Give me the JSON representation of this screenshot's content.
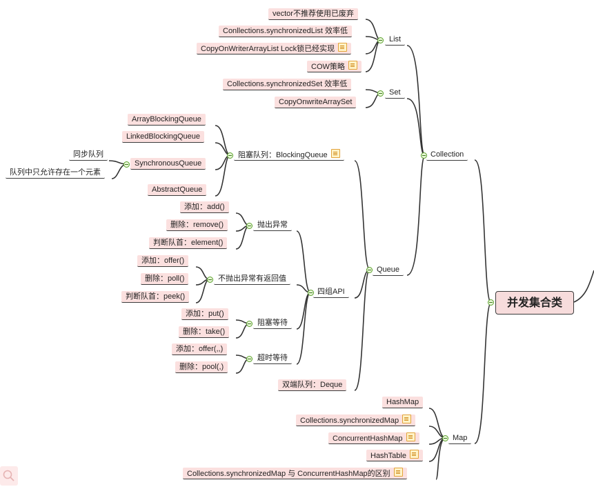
{
  "root": {
    "label": "并发集合类"
  },
  "collection": {
    "label": "Collection",
    "list": {
      "label": "List",
      "items": [
        {
          "label": "vector不推荐使用已废弃",
          "note": false
        },
        {
          "label": "Conllections.synchronizedList 效率低",
          "note": false
        },
        {
          "label": "CopyOnWriterArrayList Lock锁已经实现",
          "note": true
        },
        {
          "label": "COW策略",
          "note": true
        }
      ]
    },
    "set": {
      "label": "Set",
      "items": [
        {
          "label": "Collections.synchronizedSet  效率低",
          "note": false
        },
        {
          "label": "CopyOnwriteArraySet",
          "note": false
        }
      ]
    },
    "queue": {
      "label": "Queue",
      "blocking": {
        "label": "阻塞队列：BlockingQueue",
        "items": [
          {
            "label": "ArrayBlockingQueue"
          },
          {
            "label": "LinkedBlockingQueue"
          },
          {
            "label": "SynchronousQueue"
          },
          {
            "label": "AbstractQueue"
          }
        ],
        "synchronous_children": [
          {
            "label": "同步队列"
          },
          {
            "label": "队列中只允许存在一个元素"
          }
        ]
      },
      "api": {
        "label": "四组API",
        "groups": [
          {
            "label": "抛出异常",
            "items": [
              "添加：add()",
              "删除：remove()",
              "判断队首：element()"
            ]
          },
          {
            "label": "不抛出异常有返回值",
            "items": [
              "添加：offer()",
              "删除：poll()",
              "判断队首：peek()"
            ]
          },
          {
            "label": "阻塞等待",
            "items": [
              "添加：put()",
              "删除：take()"
            ]
          },
          {
            "label": "超时等待",
            "items": [
              "添加：offer(,,)",
              "删除：pool(,)"
            ]
          }
        ]
      },
      "deque": {
        "label": "双端队列：Deque"
      }
    }
  },
  "map": {
    "label": "Map",
    "items": [
      {
        "label": "HashMap",
        "note": false
      },
      {
        "label": "Collections.synchronizedMap",
        "note": true
      },
      {
        "label": "ConcurrentHashMap",
        "note": true
      },
      {
        "label": "HashTable",
        "note": true
      },
      {
        "label": "Collections.synchronizedMap 与 ConcurrentHashMap的区别",
        "note": true
      }
    ]
  },
  "colors": {
    "node_fill": "#fbe0df",
    "line": "#333333",
    "toggle": "#5aa02c",
    "note": "#e2a23a"
  },
  "icons": [
    "minus-toggle-icon",
    "note-icon",
    "search-icon"
  ]
}
